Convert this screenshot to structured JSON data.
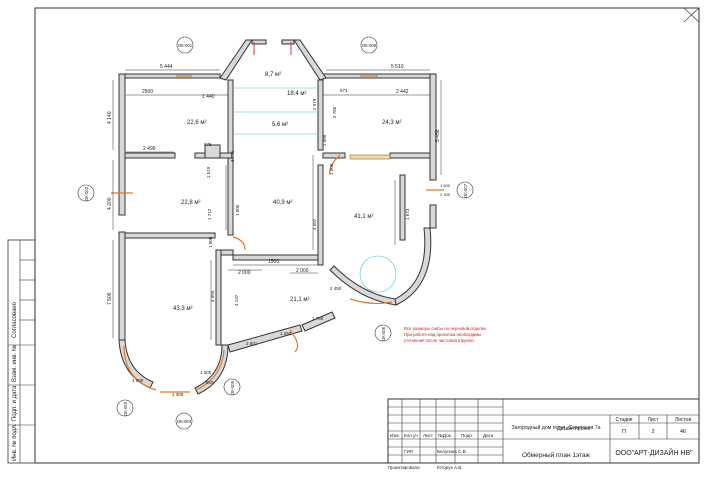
{
  "stamp": {
    "side_labels": [
      "Согласовано",
      "Взам. инв. №",
      "Подп. и дата",
      "Инв. № подл."
    ],
    "header": [
      "Изм.",
      "Кол.уч",
      "Лист",
      "№Док.",
      "Подп.",
      "Дата"
    ],
    "rows": [
      {
        "role": "ГИП",
        "name": "Белугина С.В."
      },
      {
        "role": "Проектировала",
        "name": "Югорук А.В."
      }
    ],
    "project": "Дизайн проект",
    "object": "Загородный дом по ул. Советская 7а",
    "sheet_title": "Обмерный план 1этаж",
    "stage_label": "Стадия",
    "sheet_label": "Лист",
    "sheets_label": "Листов",
    "stage": "П",
    "sheet": "2",
    "sheets": "46",
    "company": "ООО\"АРТ-ДИЗАЙН НВ\""
  },
  "plan": {
    "areas": [
      "8,7 м²",
      "18,4 м²",
      "5,6 м²",
      "22,6 м²",
      "24,3 м²",
      "22,8 м²",
      "40,9 м²",
      "41,1 м²",
      "43,3 м²",
      "21,1 м²"
    ],
    "windows": [
      "ОК-001",
      "ОК-008",
      "ОК-002",
      "ОК-007",
      "ОК-003",
      "ОК-004",
      "ОК-005",
      "ОК-006"
    ],
    "dims": [
      "5 444",
      "5 510",
      "2500",
      "1 440",
      "2 442",
      "571",
      "2 979",
      "2 785",
      "4 140",
      "2 499",
      "975",
      "1 519",
      "3 191",
      "1 000",
      "4 200",
      "5 458",
      "1 500",
      "2 300",
      "1 712",
      "1 000",
      "1 000",
      "1 673",
      "4 507",
      "1 000",
      "1500",
      "2 000",
      "2 000",
      "7 506",
      "4 094",
      "4 137",
      "2 501",
      "1 250",
      "1 750",
      "2 450",
      "1 300",
      "1 000",
      "800",
      "1 000"
    ],
    "note": [
      "Все размеры сняты по черновой отделке.",
      "При работе над проектом необходимы",
      "уточнения после чистовой отделки."
    ]
  }
}
